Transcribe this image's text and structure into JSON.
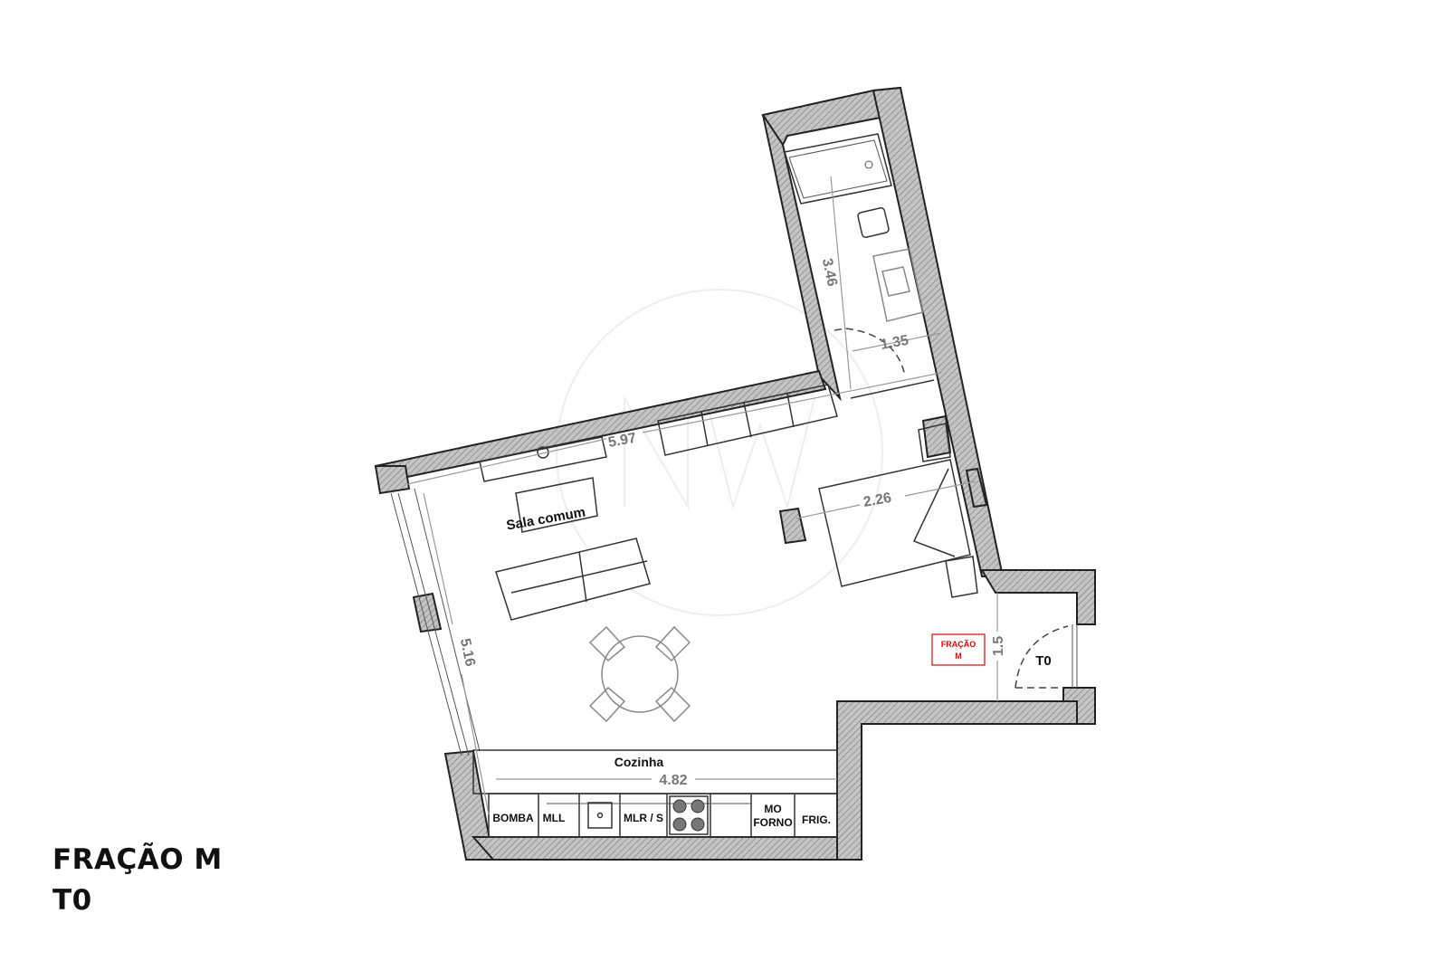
{
  "title": {
    "line1": "FRAÇÃO M",
    "line2": "T0"
  },
  "rooms": {
    "living": "Sala comum",
    "kitchen": "Cozinha",
    "entrance_type": "T0",
    "unit_tag_line1": "FRAÇÃO",
    "unit_tag_line2": "M"
  },
  "dimensions": {
    "bathroom_length": "3.46",
    "bathroom_width": "1.35",
    "living_width": "5.97",
    "bed_width": "2.26",
    "living_length": "5.16",
    "kitchen_length": "4.82",
    "entrance_width": "1.5"
  },
  "kitchen_units": [
    "BOMBA",
    "MLL",
    "",
    "MLR / S",
    "",
    "",
    "MO\nFORNO",
    "FRIG."
  ],
  "kitchen_labels": {
    "bomba": "BOMBA",
    "mll": "MLL",
    "mlr": "MLR / S",
    "mo": "MO",
    "forno": "FORNO",
    "frig": "FRIG."
  },
  "colors": {
    "wall_fill": "#bbbbbb",
    "line": "#333333",
    "dimension": "#777777",
    "unit_tag": "#e00000"
  }
}
